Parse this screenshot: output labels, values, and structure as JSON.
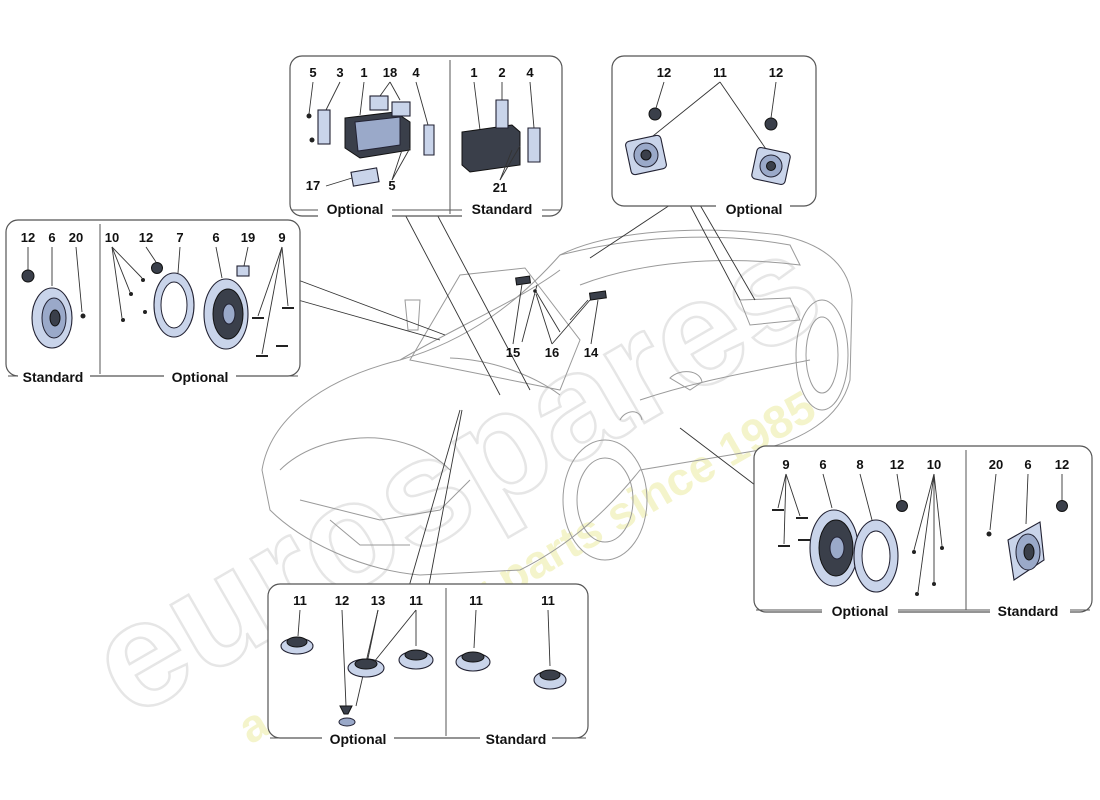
{
  "watermark": {
    "brand": "eurospares",
    "tagline": "a passion for parts since 1985"
  },
  "groups": {
    "amplifier_optional": {
      "caption": "Optional",
      "labels": [
        "5",
        "3",
        "1",
        "18",
        "4",
        "17",
        "5"
      ]
    },
    "amplifier_standard": {
      "caption": "Standard",
      "labels": [
        "1",
        "2",
        "4",
        "21"
      ]
    },
    "rear_speakers": {
      "caption": "Optional",
      "labels": [
        "12",
        "11",
        "12"
      ]
    },
    "left_door_standard": {
      "caption": "Standard",
      "labels": [
        "12",
        "6",
        "20"
      ]
    },
    "left_door_optional": {
      "caption": "Optional",
      "labels": [
        "10",
        "12",
        "7",
        "6",
        "19",
        "9"
      ]
    },
    "dash": {
      "labels": [
        "15",
        "16",
        "14"
      ]
    },
    "right_door_optional": {
      "caption": "Optional",
      "labels": [
        "9",
        "6",
        "8",
        "12",
        "10"
      ]
    },
    "right_door_standard": {
      "caption": "Standard",
      "labels": [
        "20",
        "6",
        "12"
      ]
    },
    "dash_speakers_optional": {
      "caption": "Optional",
      "labels": [
        "11",
        "12",
        "13",
        "11"
      ]
    },
    "dash_speakers_standard": {
      "caption": "Standard",
      "labels": [
        "11",
        "11"
      ]
    }
  },
  "colors": {
    "part_fill": "#c9d4ea",
    "outline": "#555555",
    "car_line": "#9a9a9a"
  }
}
